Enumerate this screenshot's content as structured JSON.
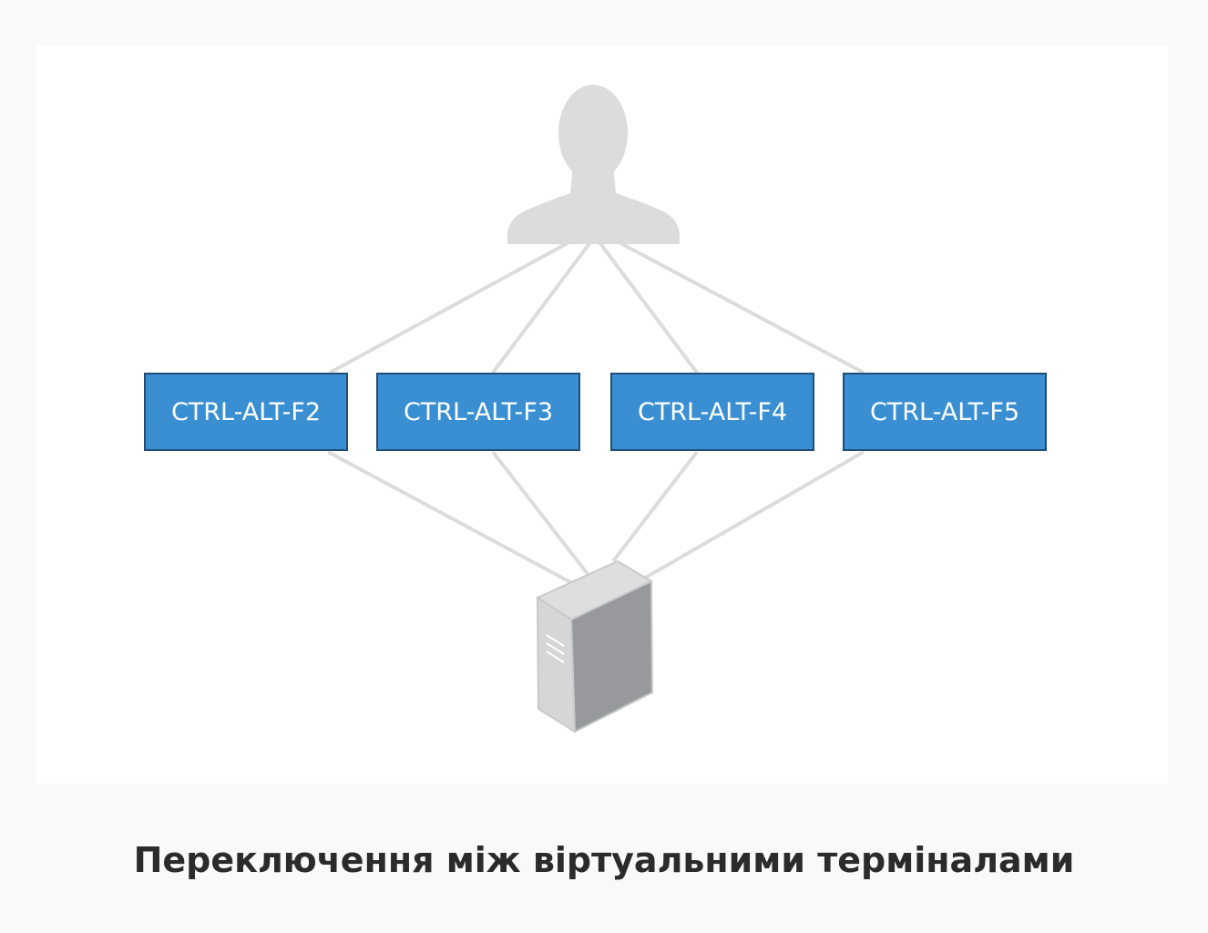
{
  "diagram": {
    "user_icon": "user-silhouette-icon",
    "server_icon": "server-tower-icon",
    "terminals": [
      {
        "label": "CTRL-ALT-F2"
      },
      {
        "label": "CTRL-ALT-F3"
      },
      {
        "label": "CTRL-ALT-F4"
      },
      {
        "label": "CTRL-ALT-F5"
      }
    ],
    "colors": {
      "box_fill": "#3a8fd2",
      "box_border": "#1f4d78",
      "connector": "#dcdcdc",
      "silhouette": "#dcdcdc"
    }
  },
  "caption": "Переключення між віртуальними терміналами"
}
